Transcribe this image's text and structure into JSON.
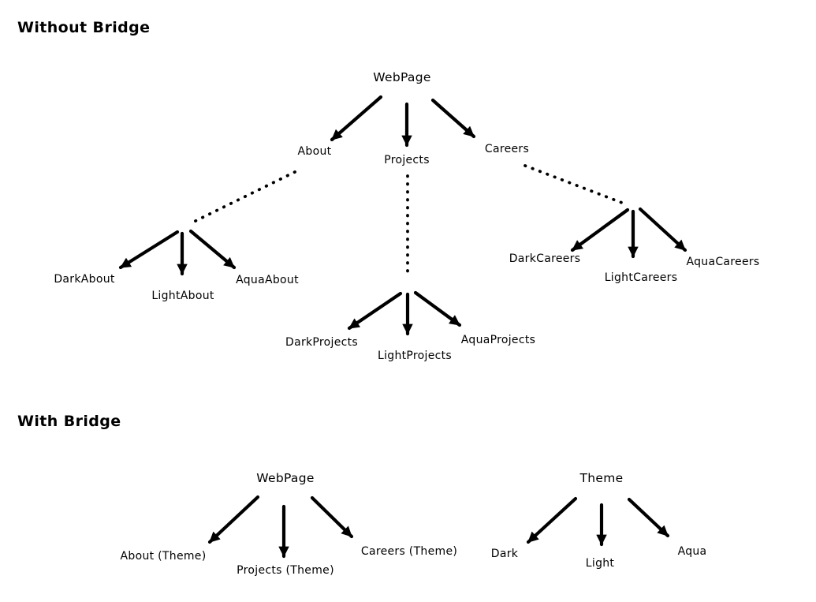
{
  "colors": {
    "ink": "#000000",
    "background": "#ffffff"
  },
  "without_bridge": {
    "title": "Without Bridge",
    "root": "WebPage",
    "children": [
      "About",
      "Projects",
      "Careers"
    ],
    "about_variants": [
      "DarkAbout",
      "LightAbout",
      "AquaAbout"
    ],
    "projects_variants": [
      "DarkProjects",
      "LightProjects",
      "AquaProjects"
    ],
    "careers_variants": [
      "DarkCareers",
      "LightCareers",
      "AquaCareers"
    ]
  },
  "with_bridge": {
    "title": "With Bridge",
    "webpage_tree": {
      "root": "WebPage",
      "children": [
        "About (Theme)",
        "Projects (Theme)",
        "Careers (Theme)"
      ]
    },
    "theme_tree": {
      "root": "Theme",
      "children": [
        "Dark",
        "Light",
        "Aqua"
      ]
    }
  }
}
